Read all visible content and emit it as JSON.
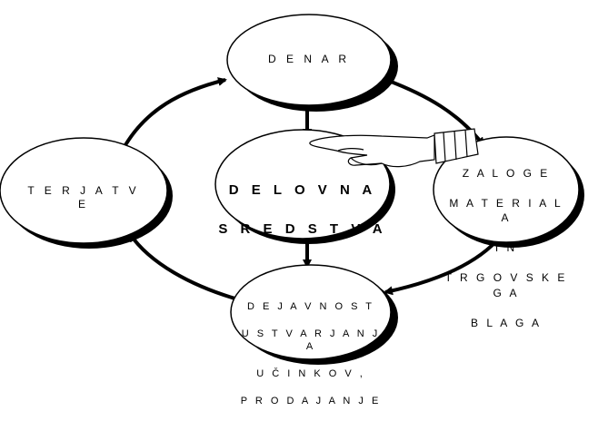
{
  "nodes": {
    "denar": "D E N A R",
    "terjatve": "T E R J A T V E",
    "delovna_line1": "D E L O V N A",
    "delovna_line2": "S R E D S T V A",
    "zaloge_line1": "Z A L O G E",
    "zaloge_line2": "M A T E R I A L A",
    "zaloge_line3": "I N",
    "zaloge_line4": "T R G O V S K E G A",
    "zaloge_line5": "B L A G A",
    "dejavnost_line1": "D E J A V N O S T",
    "dejavnost_line2": "U S T V A R J A N J A",
    "dejavnost_line3": "U Č I N K O V ,",
    "dejavnost_line4": "P R O D A J A N J E"
  },
  "colors": {
    "stroke": "#000000",
    "shadow": "#000000",
    "fill": "#ffffff"
  },
  "icons": {
    "pointer": "pointing-hand-icon"
  }
}
